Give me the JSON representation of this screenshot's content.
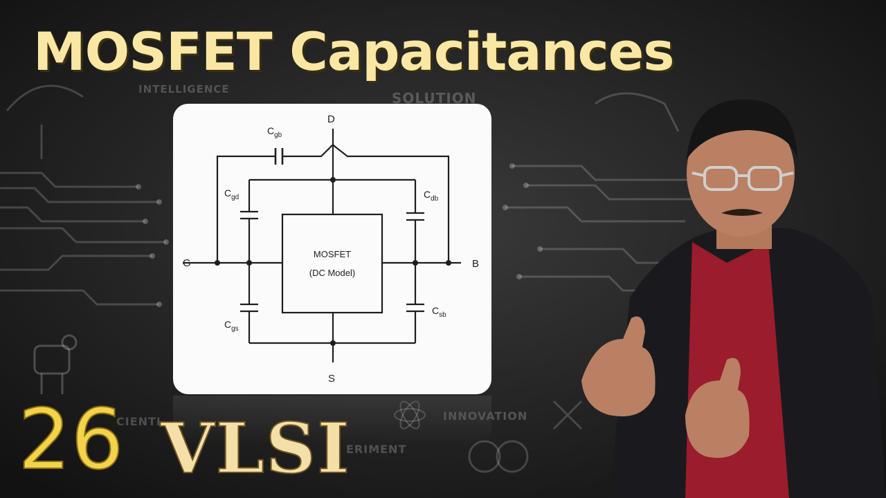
{
  "title": "MOSFET Capacitances",
  "background_words": [
    "INTELLIGENCE",
    "SOLUTION",
    "INNOVATION",
    "CIENTI",
    "ERIMENT"
  ],
  "diagram": {
    "terminals": {
      "drain": "D",
      "gate": "G",
      "bulk": "B",
      "source": "S"
    },
    "block_line1": "MOSFET",
    "block_line2": "(DC Model)",
    "capacitors": {
      "gb": {
        "base": "C",
        "sub": "gb"
      },
      "gd": {
        "base": "C",
        "sub": "gd"
      },
      "db": {
        "base": "C",
        "sub": "db"
      },
      "gs": {
        "base": "C",
        "sub": "gs"
      },
      "sb": {
        "base": "C",
        "sub": "sb"
      }
    }
  },
  "episode_number": "26",
  "series_badge": "VLSI",
  "colors": {
    "title": "#fbe7a4",
    "episode": "#f3d34a",
    "badge": "#f4dfa8",
    "shirt": "#9b1c2c",
    "jacket": "#1a1a1e"
  }
}
